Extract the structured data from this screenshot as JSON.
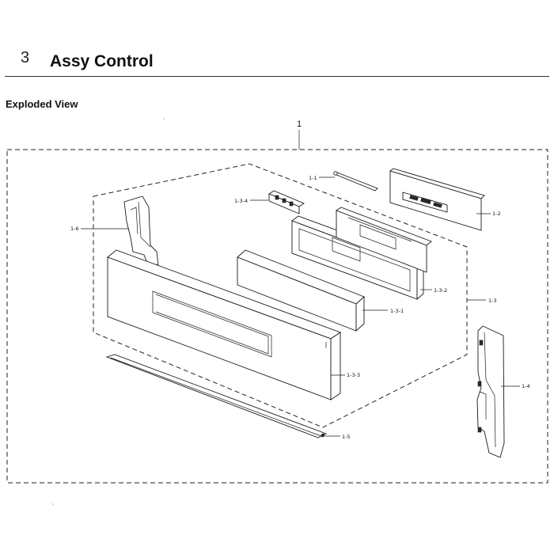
{
  "header": {
    "section_number": "3",
    "section_title": "Assy Control"
  },
  "subheading": "Exploded View",
  "callouts": {
    "assembly": "1",
    "c1_1": "1-1",
    "c1_2": "1-2",
    "c1_3": "1-3",
    "c1_3_1": "1-3-1",
    "c1_3_2": "1-3-2",
    "c1_3_3": "1-3-3",
    "c1_3_4": "1-3-4",
    "c1_4": "1-4",
    "c1_5": "1-5",
    "c1_6": "1-6"
  }
}
